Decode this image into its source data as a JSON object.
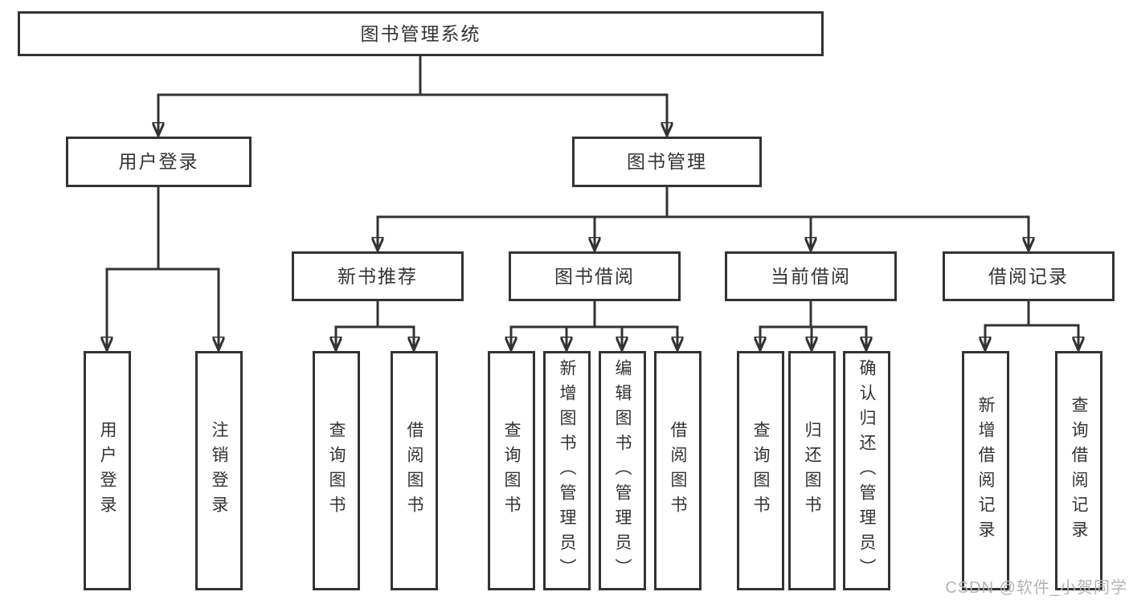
{
  "diagram": {
    "type": "hierarchy-tree",
    "tree": {
      "label": "图书管理系统",
      "children": [
        {
          "label": "用户登录",
          "children": [
            {
              "label": "用户登录"
            },
            {
              "label": "注销登录"
            }
          ]
        },
        {
          "label": "图书管理",
          "children": [
            {
              "label": "新书推荐",
              "children": [
                {
                  "label": "查询图书"
                },
                {
                  "label": "借阅图书"
                }
              ]
            },
            {
              "label": "图书借阅",
              "children": [
                {
                  "label": "查询图书"
                },
                {
                  "label": "新增图书（管理员）"
                },
                {
                  "label": "编辑图书（管理员）"
                },
                {
                  "label": "借阅图书"
                }
              ]
            },
            {
              "label": "当前借阅",
              "children": [
                {
                  "label": "查询图书"
                },
                {
                  "label": "归还图书"
                },
                {
                  "label": "确认归还（管理员）"
                }
              ]
            },
            {
              "label": "借阅记录",
              "children": [
                {
                  "label": "新增借阅记录"
                },
                {
                  "label": "查询借阅记录"
                }
              ]
            }
          ]
        }
      ]
    }
  },
  "watermark": {
    "text": "CSDN @软件_小贺同学"
  },
  "colors": {
    "line": "#333333",
    "text": "#333333",
    "background": "#ffffff",
    "watermark": "#b3b3b3"
  }
}
